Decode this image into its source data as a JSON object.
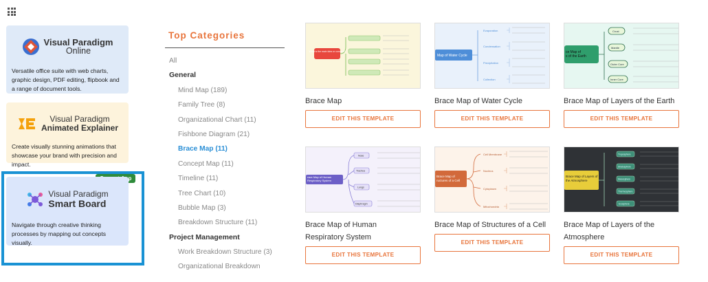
{
  "apps": {
    "online": {
      "brand_line1": "Visual Paradigm",
      "brand_line2": "Online",
      "description": "Versatile office suite with web charts, graphic design, PDF editing, flipbook and a range of document tools."
    },
    "animated": {
      "brand_line1": "Visual Paradigm",
      "brand_line2": "Animated Explainer",
      "description": "Create visually stunning animations that showcase your brand with precision and impact."
    },
    "smart": {
      "brand_line1": "Visual Paradigm",
      "brand_line2": "Smart Board",
      "description": "Navigate through creative thinking processes by mapping out concepts visually.",
      "badge": "Current App"
    }
  },
  "categories": {
    "title": "Top Categories",
    "items": [
      {
        "label": "All"
      },
      {
        "label": "General"
      },
      {
        "label": "Mind Map (189)"
      },
      {
        "label": "Family Tree (8)"
      },
      {
        "label": "Organizational Chart (11)"
      },
      {
        "label": "Fishbone Diagram (21)"
      },
      {
        "label": "Brace Map (11)"
      },
      {
        "label": "Concept Map (11)"
      },
      {
        "label": "Timeline (11)"
      },
      {
        "label": "Tree Chart (10)"
      },
      {
        "label": "Bubble Map (3)"
      },
      {
        "label": "Breakdown Structure (11)"
      },
      {
        "label": "Project Management"
      },
      {
        "label": "Work Breakdown Structure (3)"
      },
      {
        "label": "Organizational Breakdown"
      }
    ]
  },
  "templates": [
    {
      "title": "Brace Map",
      "button": "EDIT THIS TEMPLATE",
      "thumb_label": "What is the main idea or concept?"
    },
    {
      "title": "Brace Map of Water Cycle",
      "button": "EDIT THIS TEMPLATE",
      "thumb_label": "Map of Water Cycle",
      "nodes": [
        "Evaporation",
        "Condensation",
        "Precipitation",
        "Collection"
      ]
    },
    {
      "title": "Brace Map of Layers of the Earth",
      "button": "EDIT THIS TEMPLATE",
      "thumb_label": "ce Map of s of the Earth",
      "nodes": [
        "Crust",
        "Mantle",
        "Outer Core",
        "Inner Core"
      ]
    },
    {
      "title": "Brace Map of Human Respiratory System",
      "button": "EDIT THIS TEMPLATE",
      "thumb_label": "race Map of Human Respiratory System",
      "nodes": [
        "Nose",
        "Trachea",
        "Lungs",
        "Diaphragm"
      ]
    },
    {
      "title": "Brace Map of Structures of a Cell",
      "button": "EDIT THIS TEMPLATE",
      "thumb_label": "Brace Map of ructures of a Cell",
      "nodes": [
        "Cell Membrane",
        "Nucleus",
        "Cytoplasm",
        "Mitochondria"
      ]
    },
    {
      "title": "Brace Map of Layers of the Atmosphere",
      "button": "EDIT THIS TEMPLATE",
      "thumb_label": "Brace Map of Layers of the Atmosphere",
      "nodes": [
        "Troposphere",
        "Stratosphere",
        "Mesosphere",
        "Thermosphere",
        "Exosphere"
      ]
    }
  ],
  "colors": {
    "accent": "#e8743b",
    "link": "#2b8fd6",
    "frame": "#1992d4",
    "badge": "#2e8b3a"
  }
}
